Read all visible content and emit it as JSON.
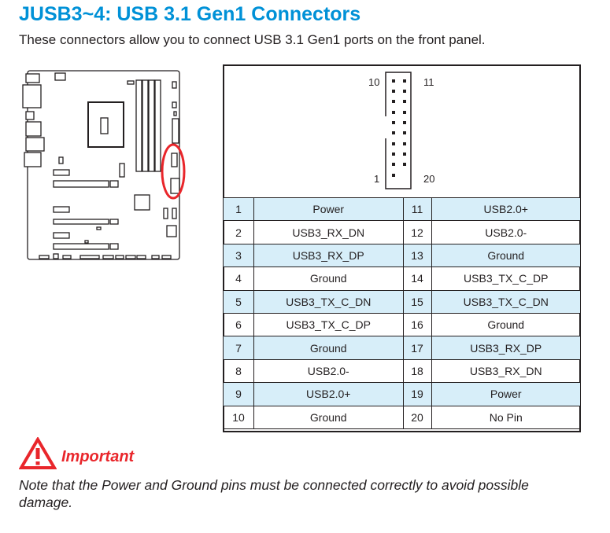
{
  "title": "JUSB3~4: USB 3.1 Gen1 Connectors",
  "intro": "These connectors allow you to connect USB 3.1 Gen1 ports on the front panel.",
  "diagram": {
    "label_top_left": "10",
    "label_top_right": "11",
    "label_bottom_left": "1",
    "label_bottom_right": "20"
  },
  "pins": [
    {
      "a_num": "1",
      "a_sig": "Power",
      "b_num": "11",
      "b_sig": "USB2.0+"
    },
    {
      "a_num": "2",
      "a_sig": "USB3_RX_DN",
      "b_num": "12",
      "b_sig": "USB2.0-"
    },
    {
      "a_num": "3",
      "a_sig": "USB3_RX_DP",
      "b_num": "13",
      "b_sig": "Ground"
    },
    {
      "a_num": "4",
      "a_sig": "Ground",
      "b_num": "14",
      "b_sig": "USB3_TX_C_DP"
    },
    {
      "a_num": "5",
      "a_sig": "USB3_TX_C_DN",
      "b_num": "15",
      "b_sig": "USB3_TX_C_DN"
    },
    {
      "a_num": "6",
      "a_sig": "USB3_TX_C_DP",
      "b_num": "16",
      "b_sig": "Ground"
    },
    {
      "a_num": "7",
      "a_sig": "Ground",
      "b_num": "17",
      "b_sig": "USB3_RX_DP"
    },
    {
      "a_num": "8",
      "a_sig": "USB2.0-",
      "b_num": "18",
      "b_sig": "USB3_RX_DN"
    },
    {
      "a_num": "9",
      "a_sig": "USB2.0+",
      "b_num": "19",
      "b_sig": "Power"
    },
    {
      "a_num": "10",
      "a_sig": "Ground",
      "b_num": "20",
      "b_sig": "No Pin"
    }
  ],
  "important": {
    "label": "Important",
    "note": "Note that the Power and Ground pins must be connected correctly to avoid possible damage."
  },
  "colors": {
    "title": "#0091d7",
    "row_alt": "#d7eef9",
    "warning": "#e9262b"
  }
}
